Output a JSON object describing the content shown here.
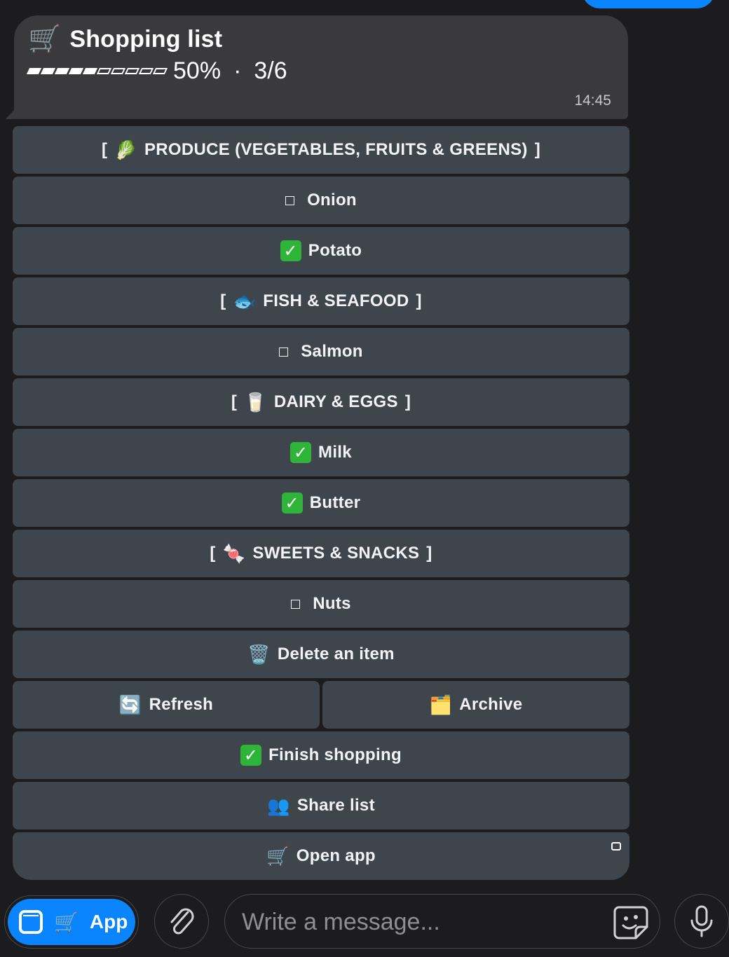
{
  "header": {
    "title_emoji": "🛒",
    "title": "Shopping list",
    "progress": {
      "filled_segments": 5,
      "total_segments": 10,
      "percent_label": "50%",
      "separator": "·",
      "count_label": "3/6"
    },
    "time": "14:45"
  },
  "keyboard": {
    "rows": [
      [
        {
          "name": "category-produce-button",
          "kind": "category",
          "emoji": "🥬",
          "label": "PRODUCE (VEGETABLES, FRUITS & GREENS)"
        }
      ],
      [
        {
          "name": "item-onion-button",
          "kind": "unchecked",
          "label": "Onion"
        }
      ],
      [
        {
          "name": "item-potato-button",
          "kind": "checked",
          "label": "Potato"
        }
      ],
      [
        {
          "name": "category-fish-button",
          "kind": "category",
          "emoji": "🐟",
          "label": "FISH & SEAFOOD"
        }
      ],
      [
        {
          "name": "item-salmon-button",
          "kind": "unchecked",
          "label": "Salmon"
        }
      ],
      [
        {
          "name": "category-dairy-button",
          "kind": "category",
          "emoji": "🥛",
          "label": "DAIRY & EGGS"
        }
      ],
      [
        {
          "name": "item-milk-button",
          "kind": "checked",
          "label": "Milk"
        }
      ],
      [
        {
          "name": "item-butter-button",
          "kind": "checked",
          "label": "Butter"
        }
      ],
      [
        {
          "name": "category-sweets-button",
          "kind": "category",
          "emoji": "🍬",
          "label": "SWEETS & SNACKS"
        }
      ],
      [
        {
          "name": "item-nuts-button",
          "kind": "unchecked",
          "label": "Nuts"
        }
      ],
      [
        {
          "name": "delete-item-button",
          "kind": "emoji",
          "emoji": "🗑️",
          "label": "Delete an item"
        }
      ],
      [
        {
          "name": "refresh-button",
          "kind": "emoji",
          "emoji": "🔄",
          "label": "Refresh"
        },
        {
          "name": "archive-button",
          "kind": "emoji",
          "emoji": "🗂️",
          "label": "Archive"
        }
      ],
      [
        {
          "name": "finish-shopping-button",
          "kind": "checked",
          "label": "Finish shopping"
        }
      ],
      [
        {
          "name": "share-list-button",
          "kind": "emoji",
          "emoji": "👥",
          "label": "Share list"
        }
      ],
      [
        {
          "name": "open-app-button",
          "kind": "emoji",
          "emoji": "🛒",
          "label": "Open app",
          "corner_icon": "webapp-icon"
        }
      ]
    ]
  },
  "bottom_bar": {
    "app_button": {
      "icon": "webapp-icon",
      "emoji": "🛒",
      "label": "App"
    },
    "attach_icon": "paperclip-icon",
    "message_input": {
      "placeholder": "Write a message...",
      "value": ""
    },
    "sticker_icon": "sticker-icon",
    "mic_icon": "microphone-icon"
  },
  "colors": {
    "accent": "#0a84ff",
    "bubble": "#3a3a3c",
    "button": "#3f454d",
    "check": "#2fb43a",
    "background": "#1c1c1e"
  }
}
